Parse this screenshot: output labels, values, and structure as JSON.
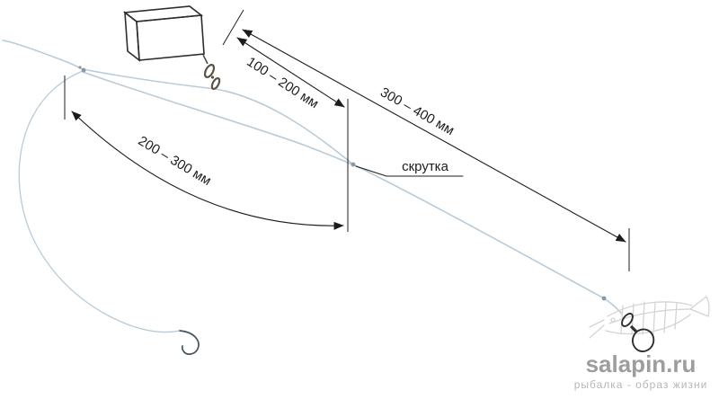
{
  "diagram": {
    "dims": {
      "feeder_drop": "100 – 200 мм",
      "main_section": "300 – 400 мм",
      "leader": "200 – 300 мм"
    },
    "twist_label": "скрутка",
    "watermark": {
      "title": "salapin.ru",
      "subtitle": "рыбалка - образ жизни"
    },
    "colors": {
      "line": "#b9cbd9",
      "ink": "#1c1c1c",
      "feeder": "#2d2d2d",
      "metal": "#5a5244",
      "knot": "#8a97a4",
      "wm_text": "#9d9d9d",
      "wm_sub": "#b6b6b6",
      "fish": "#d4d4d4"
    }
  }
}
